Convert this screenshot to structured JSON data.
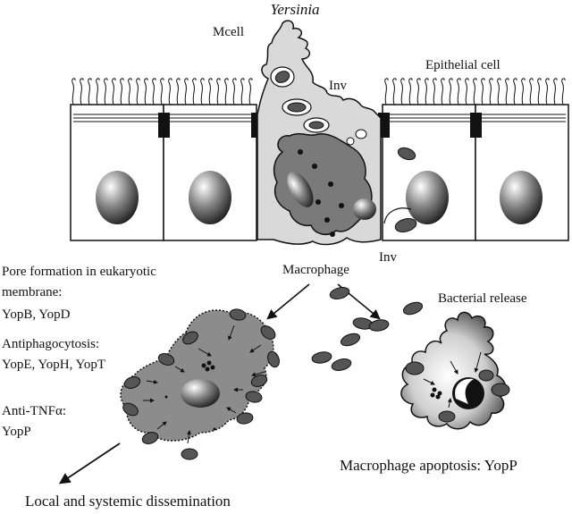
{
  "labels": {
    "yersinia": "Yersinia",
    "mcell": "Mcell",
    "inv_top": "Inv",
    "epithelial": "Epithelial cell",
    "inv_bottom": "Inv",
    "macrophage": "Macrophage",
    "bacterial_release": "Bacterial release",
    "pore_1": "Pore formation in eukaryotic",
    "pore_2": "membrane:",
    "pore_3": "YopB, YopD",
    "antiphago_1": "Antiphagocytosis:",
    "antiphago_2": "YopE, YopH, YopT",
    "antitnf_1": "Anti-TNFα:",
    "antitnf_2": "YopP",
    "apoptosis": "Macrophage apoptosis: YopP",
    "dissemination": "Local and systemic dissemination"
  },
  "colors": {
    "line": "#111111",
    "macrophage_fill": "#8c8c8c",
    "mcell_fill": "#d9d9d9",
    "bacterium_fill": "#555555"
  }
}
